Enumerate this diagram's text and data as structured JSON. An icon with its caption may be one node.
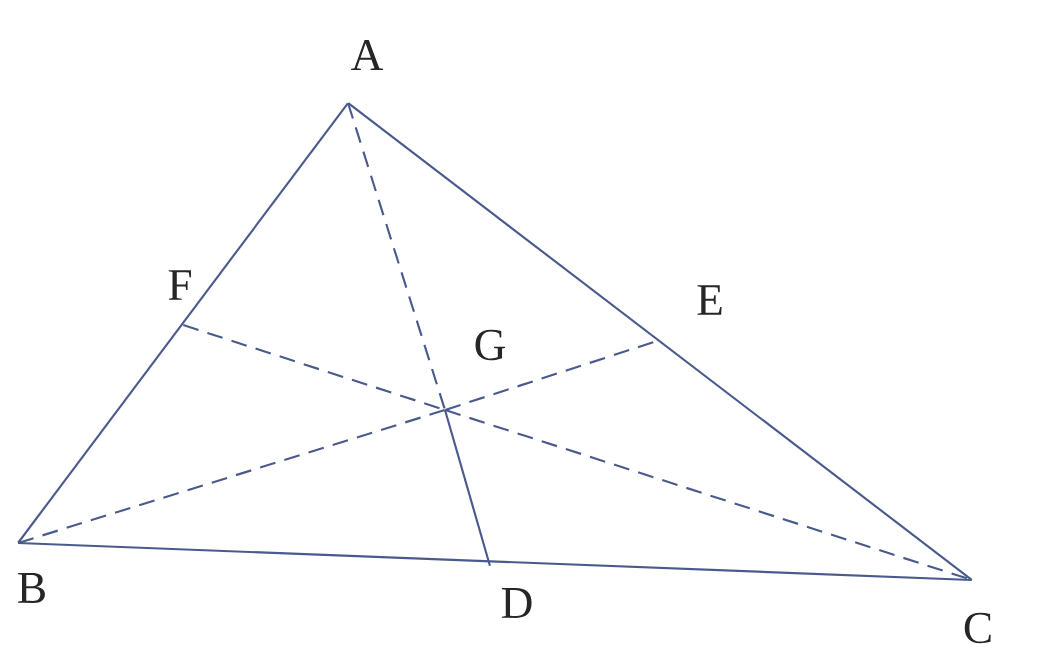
{
  "diagram": {
    "nodes": [
      {
        "text": [
          "A"
        ]
      },
      {
        "text": [
          "B"
        ]
      },
      {
        "text": [
          "C"
        ]
      },
      {
        "text": [
          "D"
        ]
      },
      {
        "text": [
          "E"
        ]
      },
      {
        "text": [
          "F"
        ]
      },
      {
        "text": [
          "G"
        ]
      }
    ],
    "edges": [
      {
        "from": 0,
        "to": 1,
        "arrow": "none"
      },
      {
        "from": 0,
        "to": 2,
        "arrow": "none"
      },
      {
        "from": 1,
        "to": 2,
        "arrow": "none"
      },
      {
        "from": 0,
        "to": 6,
        "arrow": "none",
        "style": "dashed"
      },
      {
        "from": 6,
        "to": 3,
        "arrow": "none"
      },
      {
        "from": 5,
        "to": 6,
        "arrow": "none",
        "style": "dashed"
      },
      {
        "from": 6,
        "to": 2,
        "arrow": "none",
        "style": "dashed"
      },
      {
        "from": 1,
        "to": 6,
        "arrow": "none",
        "style": "dashed"
      },
      {
        "from": 6,
        "to": 4,
        "arrow": "none",
        "style": "dashed"
      }
    ]
  }
}
